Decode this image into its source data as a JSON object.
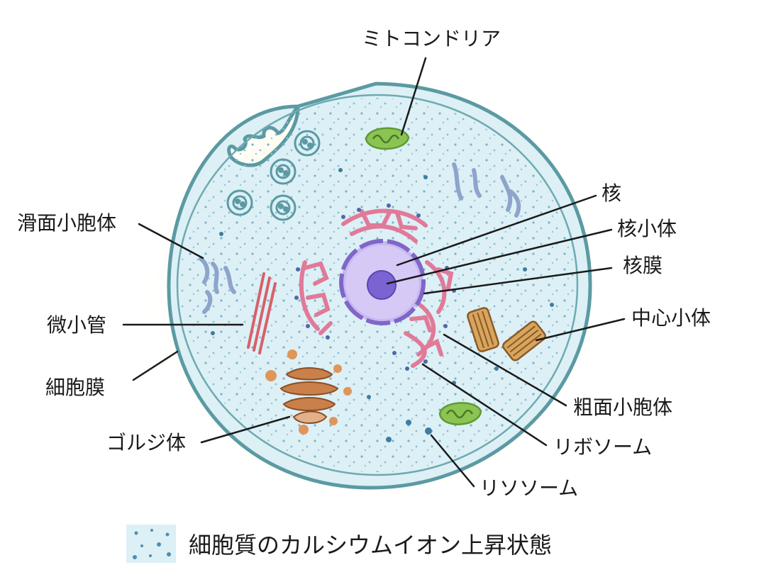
{
  "labels": {
    "mitochondria": "ミトコンドリア",
    "nucleus": "核",
    "nucleolus": "核小体",
    "nuclear_envelope": "核膜",
    "centriole": "中心小体",
    "rough_er": "粗面小胞体",
    "ribosome": "リボソーム",
    "lysosome": "リソソーム",
    "golgi": "ゴルジ体",
    "cell_membrane": "細胞膜",
    "microtubule": "微小管",
    "smooth_er": "滑面小胞体"
  },
  "legend": {
    "text": "細胞質のカルシウムイオン上昇状態"
  },
  "colors": {
    "cytoplasm": "#dcf0f6",
    "membrane": "#5b9aa3",
    "nucleus": "#c9b9f2",
    "nucleolus": "#7b63d2",
    "rough_er": "#e07a98",
    "mitochondria": "#8cc454",
    "golgi": "#c9804a",
    "centriole": "#c9874a",
    "dots": "#4f8db0"
  }
}
